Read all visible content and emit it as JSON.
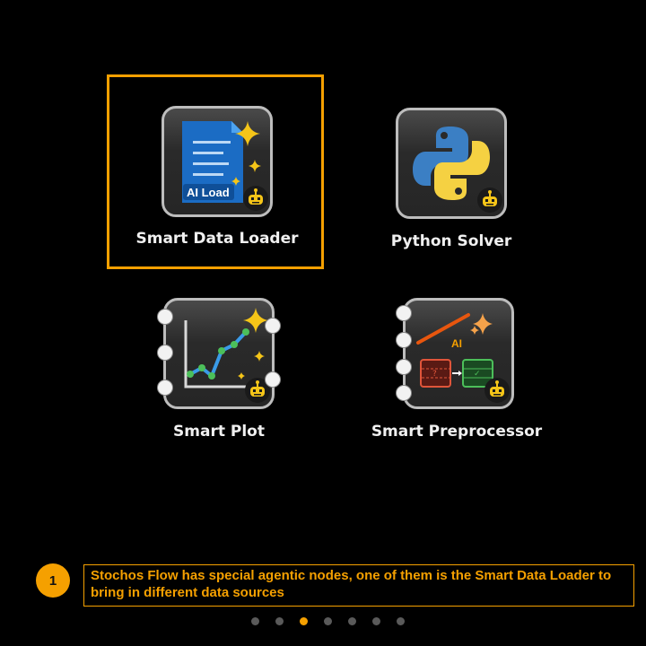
{
  "nodes": [
    {
      "id": "smart-data-loader",
      "label": "Smart Data Loader",
      "icon": "document-ai-load-icon",
      "icon_text": "AI Load",
      "selected": true
    },
    {
      "id": "python-solver",
      "label": "Python Solver",
      "icon": "python-logo-icon",
      "selected": false
    },
    {
      "id": "smart-plot",
      "label": "Smart Plot",
      "icon": "line-chart-icon",
      "selected": false
    },
    {
      "id": "smart-preprocessor",
      "label": "Smart Preprocessor",
      "icon": "preprocessor-icon",
      "icon_text": "AI",
      "selected": false
    }
  ],
  "callout": {
    "step": "1",
    "text": "Stochos Flow has special agentic nodes, one of them is the Smart Data Loader to bring in different data sources"
  },
  "pagination": {
    "total": 7,
    "active_index": 2
  },
  "colors": {
    "accent": "#f5a000",
    "background": "#000000",
    "tile_border": "#bdbdbd"
  }
}
